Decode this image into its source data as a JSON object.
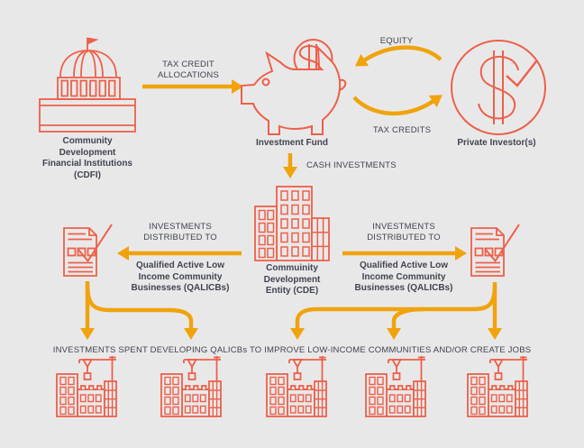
{
  "colors": {
    "background": "#E9E8E9",
    "icon_red": "#ED6049",
    "arrow_orange": "#F0A30C",
    "text_dark": "#3F4450"
  },
  "nodes": {
    "cdfi": {
      "label": "Community\nDevelopment\nFinancial Institutions\n(CDFI)",
      "icon": "capitol-building-icon"
    },
    "investment_fund": {
      "label": "Investment Fund",
      "icon": "piggy-bank-coin-icon"
    },
    "private_investors": {
      "label": "Private Investor(s)",
      "icon": "dollar-check-circle-icon"
    },
    "cde": {
      "label": "Commuinity\nDevelopment\nEntity (CDE)",
      "icon": "city-buildings-icon"
    },
    "qalicb_left": {
      "label": "Qualified Active Low\nIncome Community\nBusinesses (QALICBs)",
      "icon": "document-check-icon"
    },
    "qalicb_right": {
      "label": "Qualified Active Low\nIncome Community\nBusinesses (QALICBs)",
      "icon": "document-check-icon"
    }
  },
  "flows": {
    "tax_credit_allocations": "TAX CREDIT\nALLOCATIONS",
    "equity": "EQUITY",
    "tax_credits": "TAX CREDITS",
    "cash_investments": "CASH INVESTMENTS",
    "investments_distributed_left": "INVESTMENTS\nDISTRIBUTED TO",
    "investments_distributed_right": "INVESTMENTS\nDISTRIBUTED TO",
    "bottom_caption": "INVESTMENTS SPENT DEVELOPING QALICBs TO IMPROVE LOW-INCOME COMMUNITIES AND/OR CREATE JOBS"
  }
}
